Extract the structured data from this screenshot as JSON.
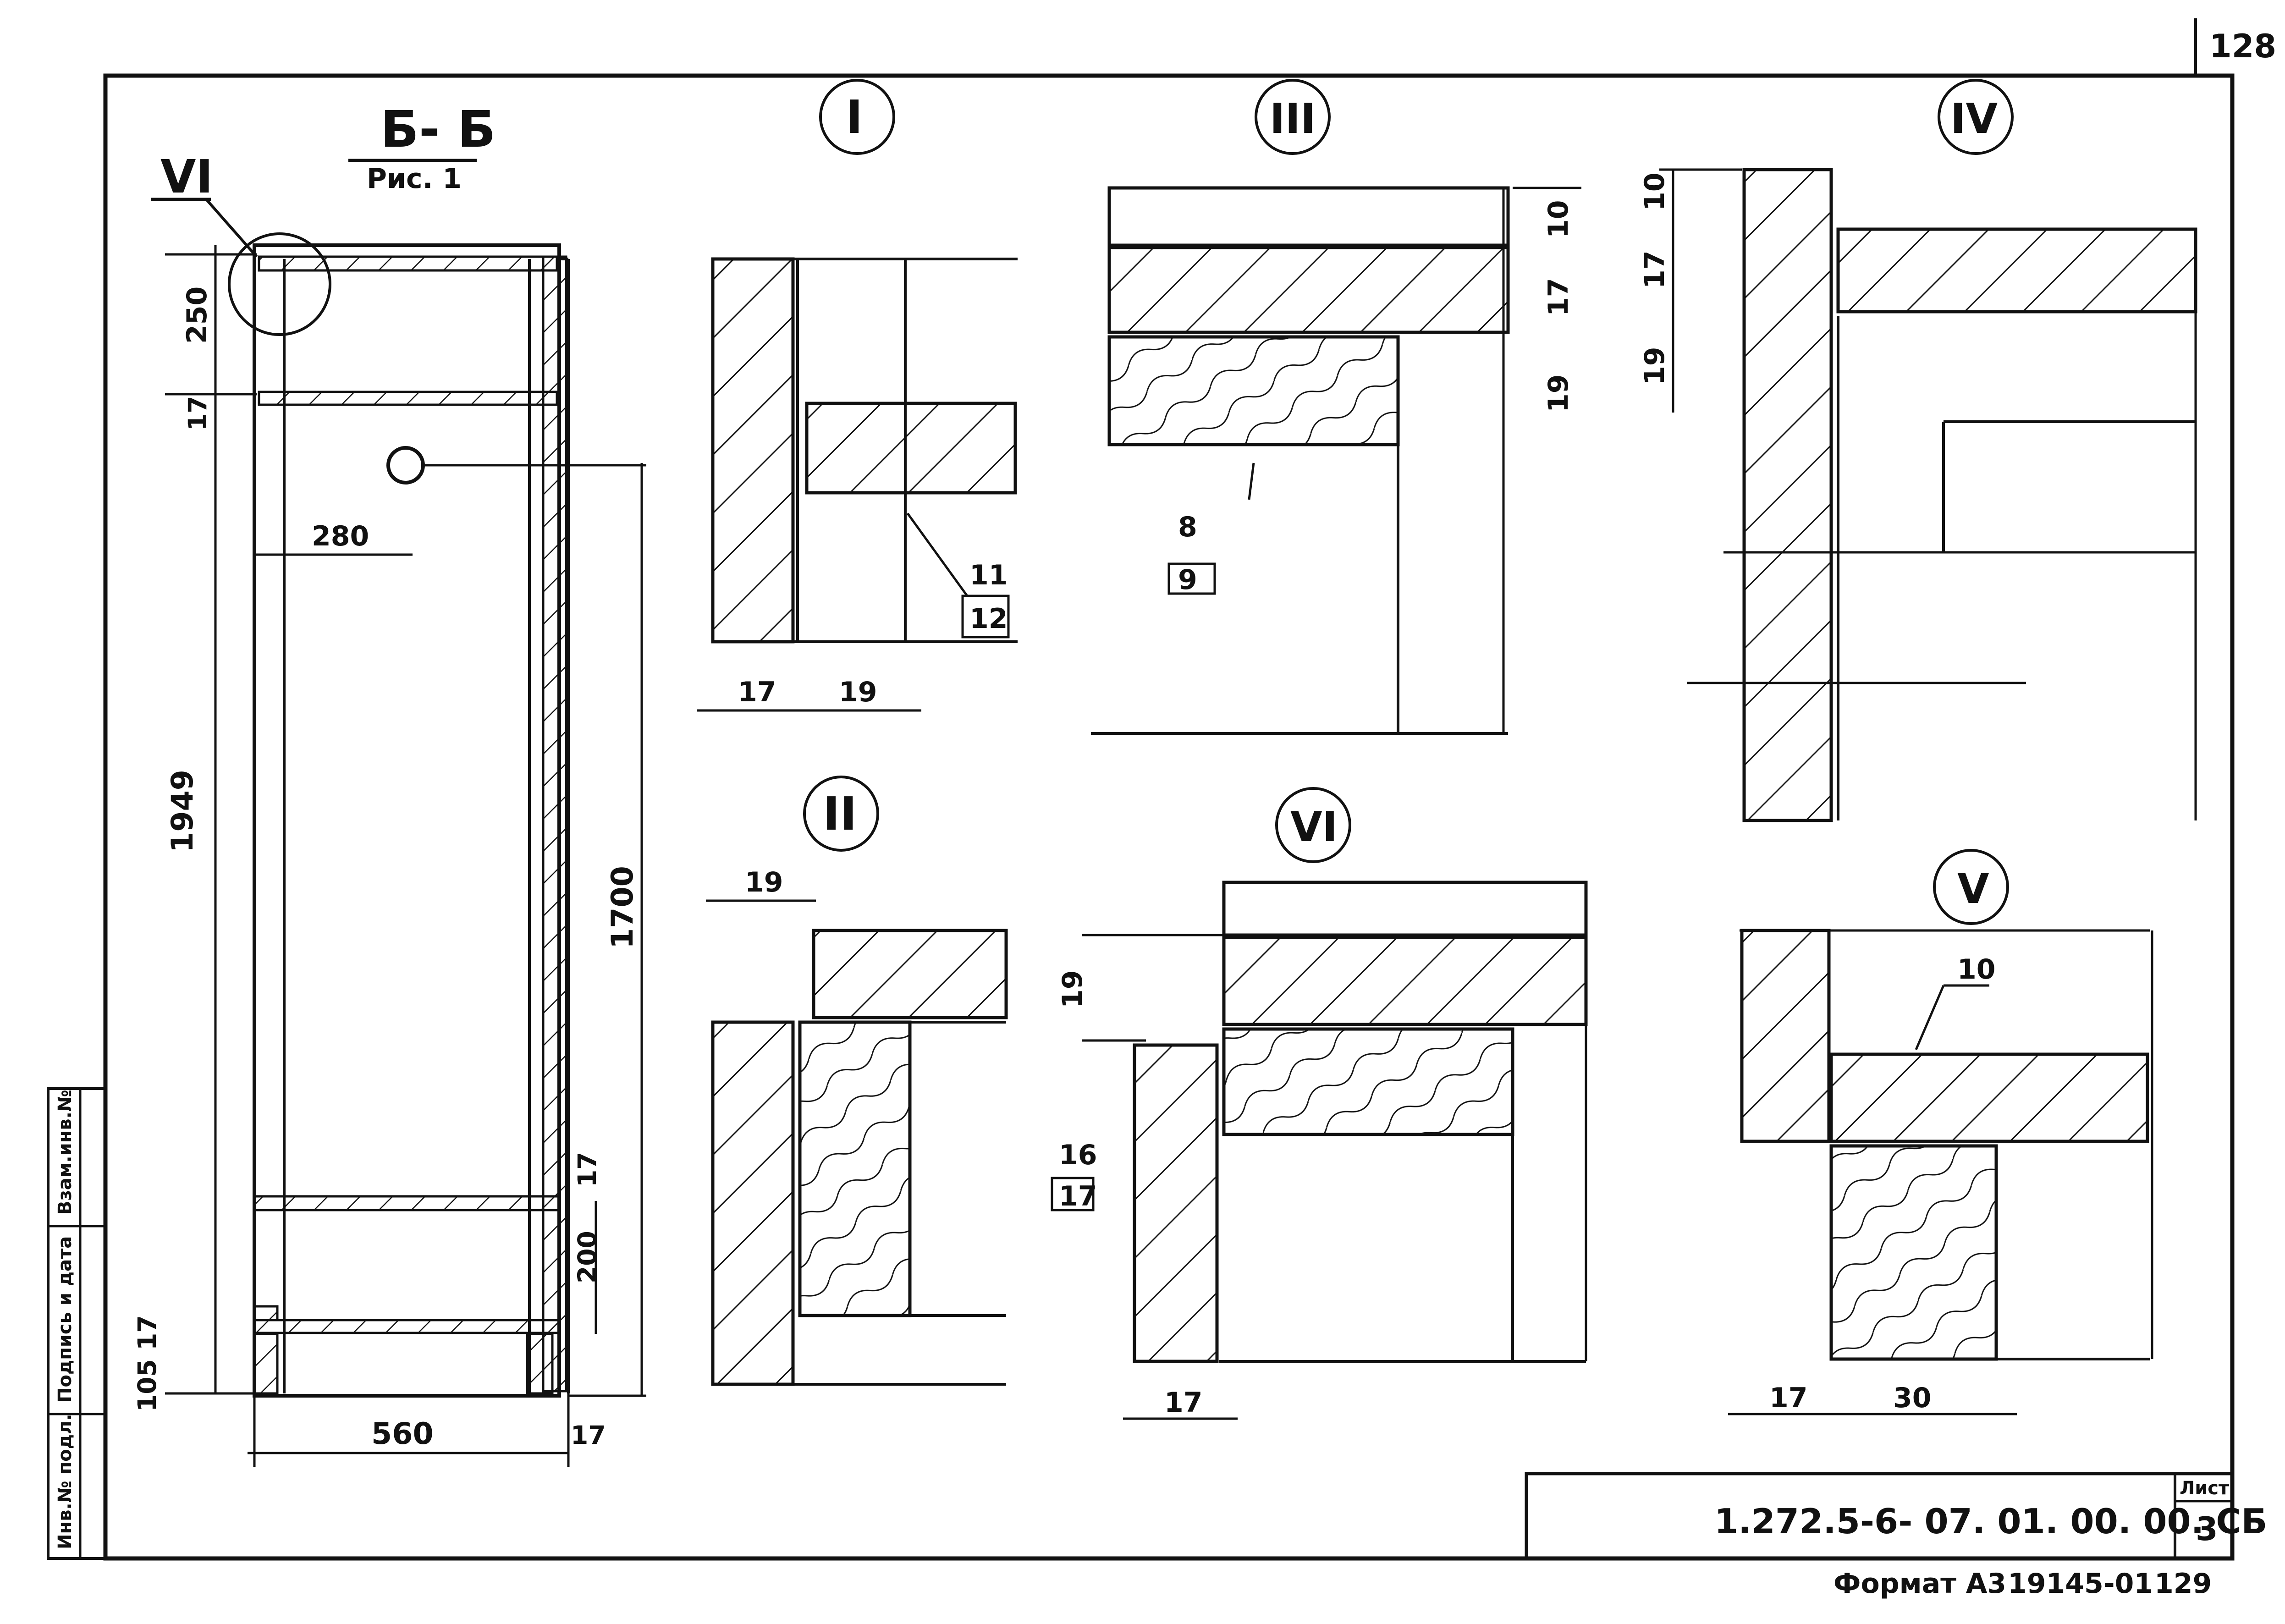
{
  "page_number_top": "128",
  "page_number_bottom": "129",
  "main_section": {
    "title": "Б- Б",
    "subtitle": "Рис. 1",
    "callout": "VI"
  },
  "main_dims": {
    "d250": "250",
    "d17a": "17",
    "d280": "280",
    "d1949": "1949",
    "d1700": "1700",
    "d17b": "17",
    "d200": "200",
    "d105_17": "105 17",
    "d560": "560",
    "d17c": "17"
  },
  "detail_I": {
    "label": "I",
    "dims": [
      "17",
      "19"
    ],
    "callouts": [
      "11",
      "12"
    ]
  },
  "detail_II": {
    "label": "II",
    "dims": [
      "19"
    ]
  },
  "detail_III": {
    "label": "III",
    "dims": [
      "10",
      "17",
      "19"
    ],
    "callouts": [
      "8",
      "9"
    ]
  },
  "detail_IV": {
    "label": "IV",
    "dims": [
      "10",
      "17",
      "19"
    ]
  },
  "detail_V": {
    "label": "V",
    "dims": [
      "17",
      "30"
    ],
    "callouts": [
      "10"
    ]
  },
  "detail_VI": {
    "label": "VI",
    "dims": [
      "19",
      "17"
    ],
    "callouts": [
      "16",
      "17"
    ]
  },
  "side_stamp": {
    "col1": "Инв.№ подл.",
    "col2": "Подпись и дата",
    "col3": "Взам.инв.№"
  },
  "title_block": {
    "sheet_label": "Лист",
    "sheet_number": "3",
    "document_code": "1.272.5-6- 07. 01. 00. 00. СБ"
  },
  "footer": {
    "format": "Формат А3",
    "code": "19145-01"
  }
}
